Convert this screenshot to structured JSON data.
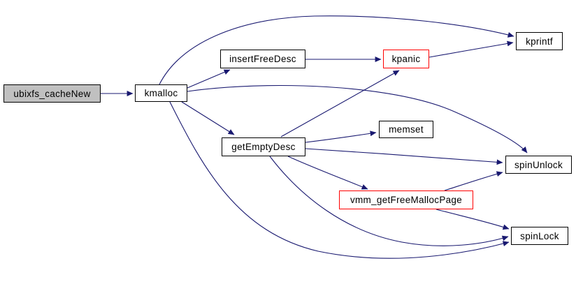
{
  "diagram": {
    "type": "call-graph",
    "colors": {
      "background": "#ffffff",
      "edge": "#191970",
      "node_border": "#000000",
      "node_fill": "#ffffff",
      "root_fill": "#c0c0c0",
      "highlight_border": "#ff0000",
      "text": "#000000"
    },
    "nodes": [
      {
        "id": "ubixfs_cacheNew",
        "label": "ubixfs_cacheNew",
        "role": "root"
      },
      {
        "id": "kmalloc",
        "label": "kmalloc",
        "role": "normal"
      },
      {
        "id": "insertFreeDesc",
        "label": "insertFreeDesc",
        "role": "normal"
      },
      {
        "id": "kpanic",
        "label": "kpanic",
        "role": "highlight"
      },
      {
        "id": "kprintf",
        "label": "kprintf",
        "role": "normal"
      },
      {
        "id": "getEmptyDesc",
        "label": "getEmptyDesc",
        "role": "normal"
      },
      {
        "id": "memset",
        "label": "memset",
        "role": "normal"
      },
      {
        "id": "spinUnlock",
        "label": "spinUnlock",
        "role": "normal"
      },
      {
        "id": "vmm_getFreeMallocPage",
        "label": "vmm_getFreeMallocPage",
        "role": "highlight"
      },
      {
        "id": "spinLock",
        "label": "spinLock",
        "role": "normal"
      }
    ],
    "edges": [
      {
        "from": "ubixfs_cacheNew",
        "to": "kmalloc"
      },
      {
        "from": "kmalloc",
        "to": "insertFreeDesc"
      },
      {
        "from": "kmalloc",
        "to": "kprintf"
      },
      {
        "from": "kmalloc",
        "to": "getEmptyDesc"
      },
      {
        "from": "kmalloc",
        "to": "spinUnlock"
      },
      {
        "from": "kmalloc",
        "to": "spinLock"
      },
      {
        "from": "insertFreeDesc",
        "to": "kpanic"
      },
      {
        "from": "kpanic",
        "to": "kprintf"
      },
      {
        "from": "getEmptyDesc",
        "to": "kpanic"
      },
      {
        "from": "getEmptyDesc",
        "to": "memset"
      },
      {
        "from": "getEmptyDesc",
        "to": "spinUnlock"
      },
      {
        "from": "getEmptyDesc",
        "to": "vmm_getFreeMallocPage"
      },
      {
        "from": "getEmptyDesc",
        "to": "spinLock"
      },
      {
        "from": "vmm_getFreeMallocPage",
        "to": "spinUnlock"
      },
      {
        "from": "vmm_getFreeMallocPage",
        "to": "spinLock"
      }
    ]
  }
}
